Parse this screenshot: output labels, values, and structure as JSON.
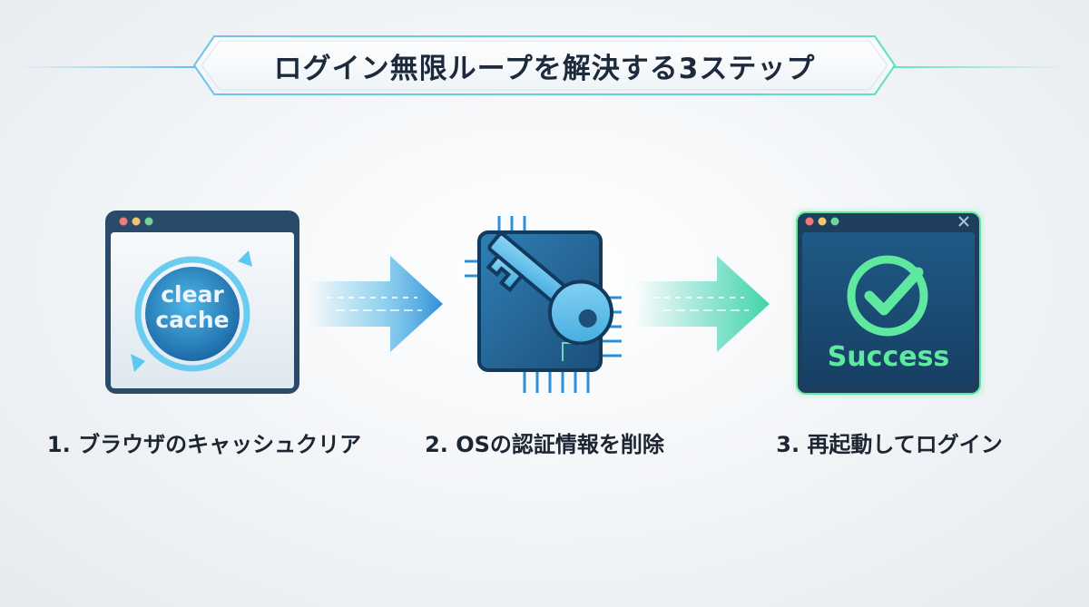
{
  "title": "ログイン無限ループを解決する3ステップ",
  "steps": [
    {
      "label": "1. ブラウザのキャッシュクリア",
      "icon_text_line1": "clear",
      "icon_text_line2": "cache",
      "icon": "browser-refresh-icon"
    },
    {
      "label": "2. OSの認証情報を削除",
      "icon": "key-chip-icon"
    },
    {
      "label": "3. 再起動してログイン",
      "icon_text": "Success",
      "icon": "browser-check-icon"
    }
  ],
  "colors": {
    "accent_blue": "#2f8fd6",
    "accent_teal": "#3fd6a8",
    "dark_navy": "#1f3e5e",
    "success_green": "#5ee8a0"
  }
}
